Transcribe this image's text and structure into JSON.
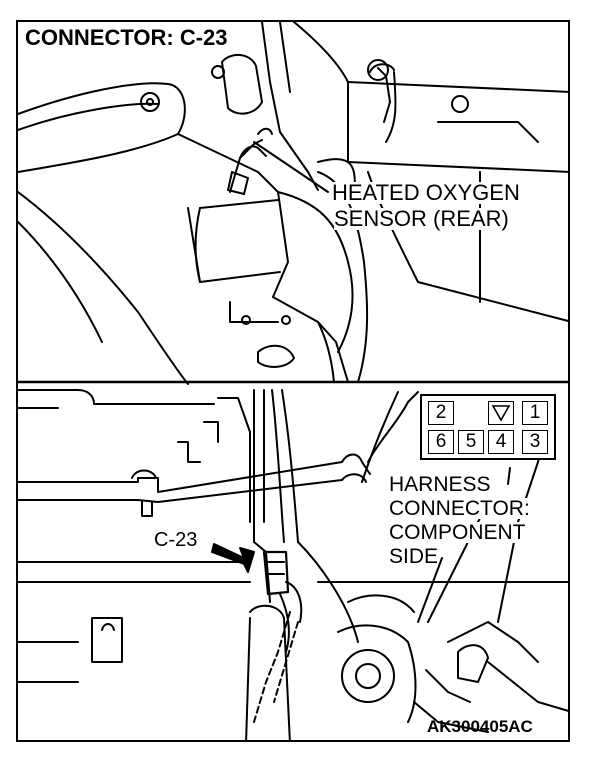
{
  "title": "CONNECTOR: C-23",
  "callouts": {
    "sensor_line1": "HEATED OXYGEN",
    "sensor_line2": "SENSOR (REAR)",
    "harness_line1": "HARNESS",
    "harness_line2": "CONNECTOR:",
    "harness_line3": "COMPONENT",
    "harness_line4": "SIDE",
    "connector_id": "C-23"
  },
  "connector_pins": {
    "top_row": [
      "2",
      "",
      "",
      "1"
    ],
    "bottom_row": [
      "6",
      "5",
      "4",
      "3"
    ],
    "key_symbol": "triangle-key-icon"
  },
  "figure_code": "AK300405AC",
  "colors": {
    "ink": "#000000",
    "paper": "#ffffff"
  }
}
